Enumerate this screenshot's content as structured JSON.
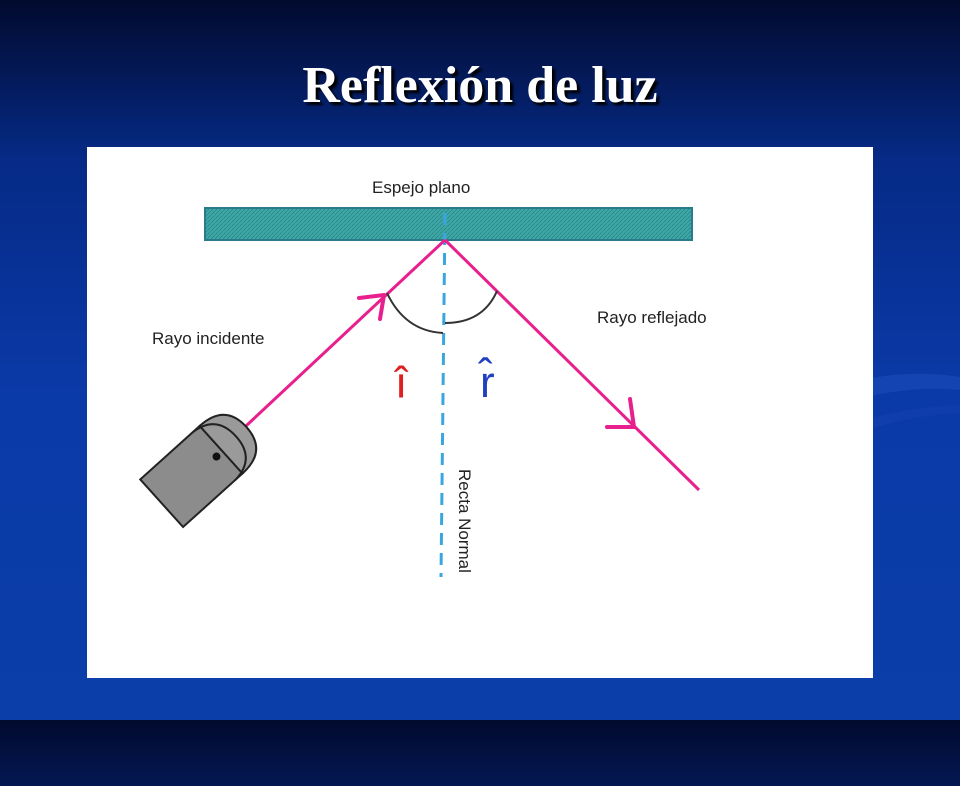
{
  "slide": {
    "title": "Reflexión de luz"
  },
  "diagram": {
    "mirror_label": "Espejo plano",
    "incident_label": "Rayo incidente",
    "reflected_label": "Rayo reflejado",
    "incidence_angle_symbol": "î",
    "reflection_angle_symbol": "r̂",
    "normal_label": "Recta Normal"
  },
  "colors": {
    "background": "#0a3aa8",
    "ray": "#e8208e",
    "normal_line": "#3aa6e0",
    "mirror_fill": "#3fa9a8",
    "incidence_symbol": "#e02020",
    "reflection_symbol": "#2040c0",
    "flashlight_body": "#8c8c8c"
  },
  "icons": {
    "light_source": "flashlight-icon"
  }
}
